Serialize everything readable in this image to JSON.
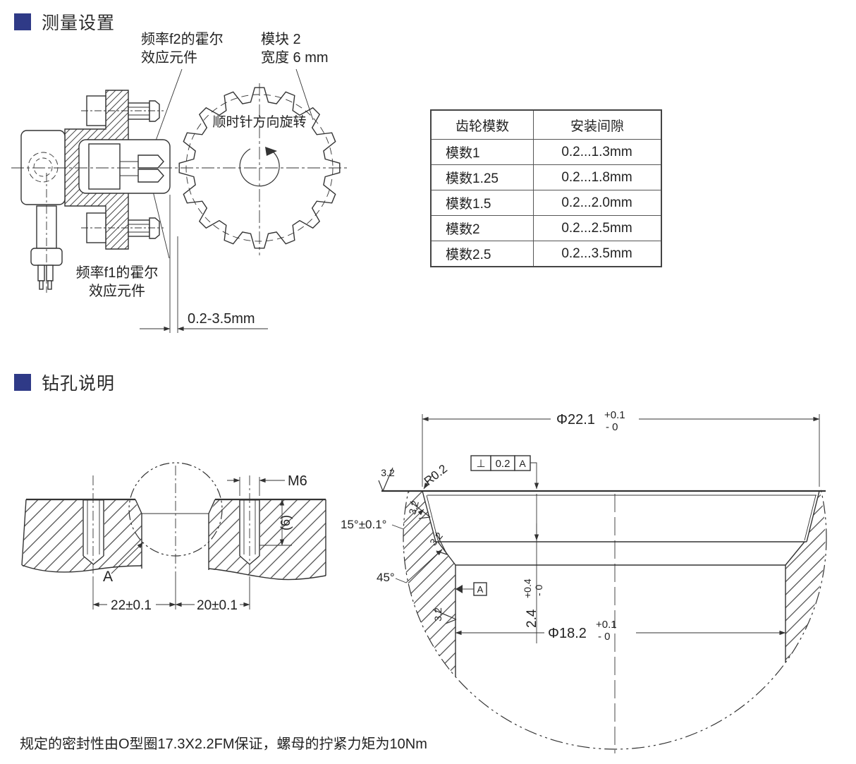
{
  "colors": {
    "accent": "#2f3a87",
    "ink": "#222222",
    "line": "#333333"
  },
  "sections": {
    "measurement_title": "测量设置",
    "drilling_title": "钻孔说明"
  },
  "measurement": {
    "labels": {
      "hall_f2_line1": "频率f2的霍尔",
      "hall_f2_line2": "效应元件",
      "module_line1": "模块 2",
      "module_line2": "宽度 6 mm",
      "rotation": "顺时针方向旋转",
      "hall_f1_line1": "频率f1的霍尔",
      "hall_f1_line2": "效应元件",
      "gap_dim": "0.2-3.5mm"
    },
    "table": {
      "headers": [
        "齿轮模数",
        "安装间隙"
      ],
      "rows": [
        {
          "module": "模数1",
          "gap": "0.2...1.3mm"
        },
        {
          "module": "模数1.25",
          "gap": "0.2...1.8mm"
        },
        {
          "module": "模数1.5",
          "gap": "0.2...2.0mm"
        },
        {
          "module": "模数2",
          "gap": "0.2...2.5mm"
        },
        {
          "module": "模数2.5",
          "gap": "0.2...3.5mm"
        }
      ]
    }
  },
  "drilling": {
    "left": {
      "thread": "M6",
      "depth": "(6)",
      "detail_label": "A",
      "dim_left": "22±0.1",
      "dim_right": "20±0.1"
    },
    "right": {
      "dia_top": "Φ22.1",
      "dia_top_tol_plus": "+0.1",
      "dia_top_tol_minus": "- 0",
      "roughness": "3.2",
      "radius": "R0.2",
      "fcf_symbol": "⊥",
      "fcf_value": "0.2",
      "fcf_datum": "A",
      "angle_cone": "15°±0.1°",
      "angle_chamfer": "45°",
      "datum": "A",
      "depth": "2.4",
      "depth_tol_plus": "+0.4",
      "depth_tol_minus": "- 0",
      "dia_bore": "Φ18.2",
      "dia_bore_tol_plus": "+0.1",
      "dia_bore_tol_minus": "- 0"
    }
  },
  "note": "规定的密封性由O型圈17.3X2.2FM保证，螺母的拧紧力矩为10Nm"
}
